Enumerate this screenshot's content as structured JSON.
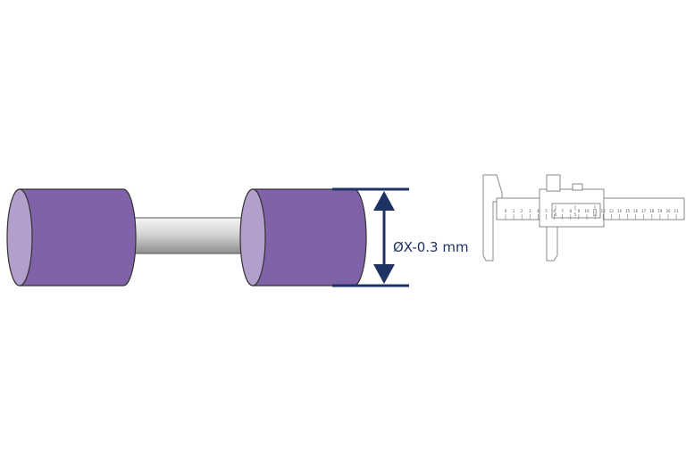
{
  "diagram": {
    "dimension_label": "ØX-0.3 mm",
    "colors": {
      "roller_body": "#8062a8",
      "roller_face": "#b39fcc",
      "shaft_light": "#f2f2f2",
      "shaft_dark": "#9a9a9a",
      "dimension_line": "#1f3264",
      "caliper_line": "#8a8a8a"
    },
    "icons": [
      "roller-left",
      "roller-right",
      "shaft",
      "dimension-arrow",
      "vernier-caliper-icon"
    ]
  },
  "caliper": {
    "main_scale": [
      "0",
      "1",
      "2",
      "3",
      "4",
      "5",
      "6",
      "7",
      "8",
      "9",
      "10",
      "11",
      "12",
      "13",
      "14",
      "15",
      "16",
      "17",
      "18",
      "19",
      "20",
      "21"
    ],
    "vernier_scale": [
      "0",
      "5",
      "10"
    ]
  }
}
